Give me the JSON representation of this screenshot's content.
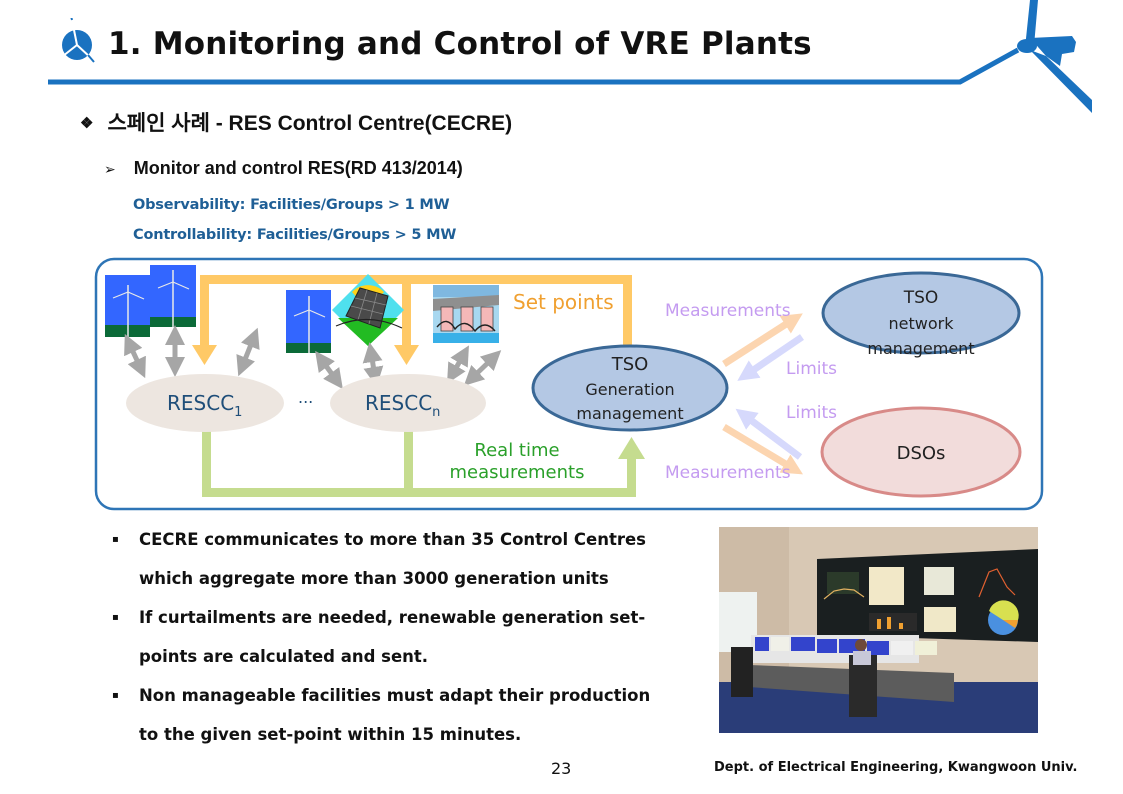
{
  "slide": {
    "title": "1. Monitoring and Control of VRE Plants",
    "logo_icon": "wind-turbine-logo-icon",
    "accent_color": "#1a72c0",
    "subtitle_bullet": "❖",
    "subtitle_korean": "스페인 사례",
    "subtitle_rest": " - RES Control Centre(CECRE)",
    "section_bullet": "➢",
    "section_heading": "Monitor and control RES(RD 413/2014)",
    "observability": "Observability: Facilities/Groups > 1 MW",
    "controllability": "Controllability: Facilities/Groups > 5 MW",
    "page_number": "23",
    "footer": "Dept. of Electrical Engineering, Kwangwoon Univ."
  },
  "diagram": {
    "nodes": {
      "rescc1": {
        "label": "RESCC",
        "sub": "1"
      },
      "ellipsis": "...",
      "resccn": {
        "label": "RESCC",
        "sub": "n"
      },
      "tso_gen": {
        "line1": "TSO",
        "line2": "Generation",
        "line3": "management"
      },
      "tso_net": {
        "line1": "TSO",
        "line2": "network",
        "line3": "management"
      },
      "dsos": {
        "label": "DSOs"
      }
    },
    "labels": {
      "set_points": "Set points",
      "real_time_1": "Real time",
      "real_time_2": "measurements",
      "measurements_top": "Measurements",
      "measurements_bottom": "Measurements",
      "limits_top": "Limits",
      "limits_bottom": "Limits"
    },
    "plant_icons": [
      "wind-turbine-icon",
      "wind-turbine-icon",
      "wind-turbine-icon",
      "solar-panel-icon",
      "hydro-dam-icon"
    ],
    "colors": {
      "frame": "#2e75b6",
      "set_points": "#ffc966",
      "set_points_text": "#f0a030",
      "real_time": "#c5dc8f",
      "real_time_text": "#2aa02a",
      "measurement_text": "#c49bf0",
      "measurement_arrow": "#fcd5b0",
      "limits_arrow": "#d6d9fc",
      "tso_fill": "#b4c8e4",
      "tso_stroke": "#3a6896",
      "rescc_fill": "#ede6e0",
      "rescc_text": "#1f4e79",
      "dso_fill": "#f2dcdb",
      "dso_stroke": "#d88a88",
      "grey_arrow": "#a6a6a6"
    }
  },
  "bullets": [
    {
      "line1": "CECRE communicates to more than 35 Control Centres",
      "line2": "which aggregate more than 3000 generation units"
    },
    {
      "line1": "If curtailments are needed, renewable generation set-",
      "line2": "points are calculated and sent."
    },
    {
      "line1": "Non manageable facilities must adapt their production",
      "line2": "to the given set-point within 15 minutes."
    }
  ],
  "bullet_marker": "▪",
  "photo": {
    "description": "control-room-photo"
  }
}
